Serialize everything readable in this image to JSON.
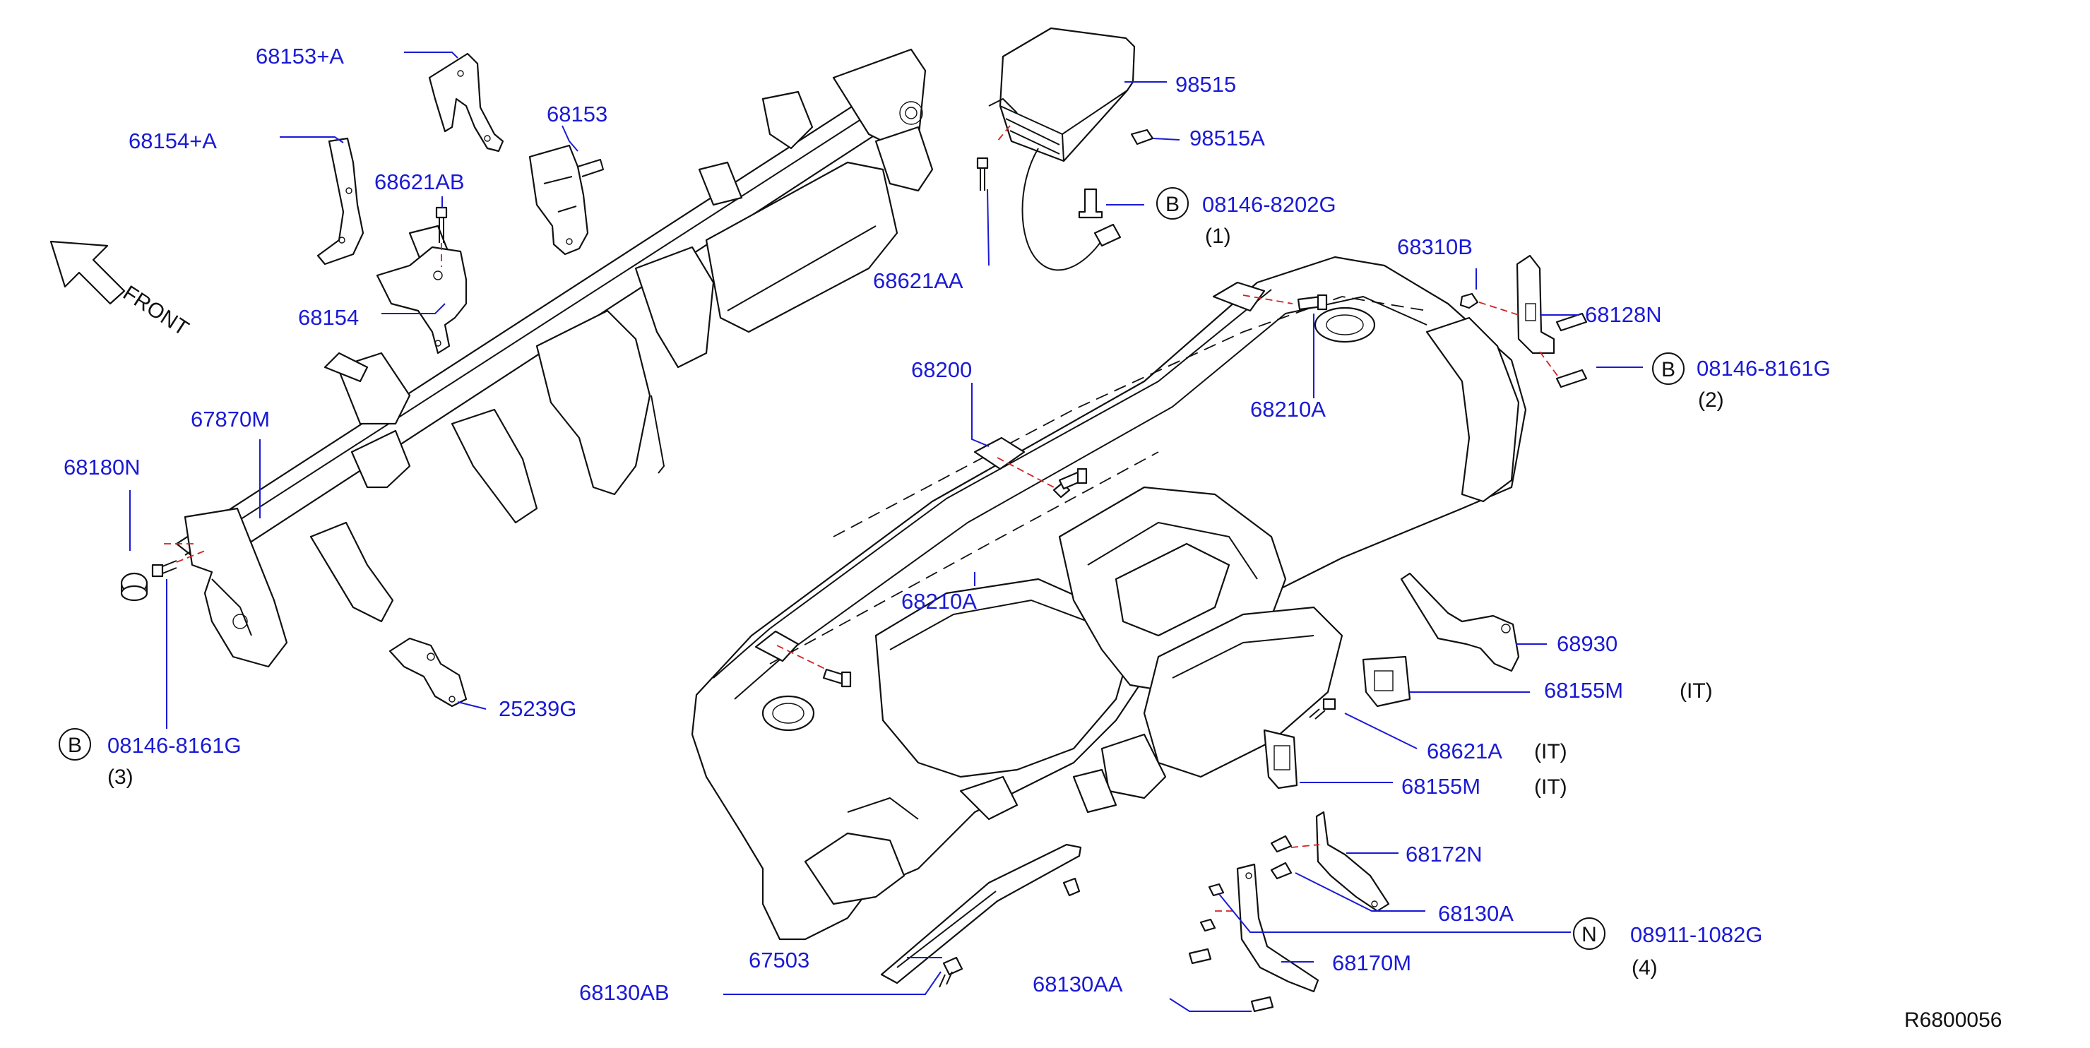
{
  "front_label": "FRONT",
  "reference_code": "R6800056",
  "part_labels": {
    "p68153A": "68153+A",
    "p68153": "68153",
    "p68154A": "68154+A",
    "p68621AB": "68621AB",
    "p68154": "68154",
    "p98515": "98515",
    "p98515A": "98515A",
    "p68621AA": "68621AA",
    "p08146_8202G": "08146-8202G",
    "p68310B": "68310B",
    "p68128N": "68128N",
    "p08146_8161G_2": "08146-8161G",
    "p68200": "68200",
    "p68210A_top": "68210A",
    "p67870M": "67870M",
    "p68180N": "68180N",
    "p68210A_mid": "68210A",
    "p08146_8161G_3": "08146-8161G",
    "p25239G": "25239G",
    "p68930": "68930",
    "p68155M_1": "68155M",
    "p68621A": "68621A",
    "p68155M_2": "68155M",
    "p68172N": "68172N",
    "p68130A": "68130A",
    "p08911_1082G": "08911-1082G",
    "p67503": "67503",
    "p68170M": "68170M",
    "p68130AB": "68130AB",
    "p68130AA": "68130AA"
  },
  "notes": {
    "qty1": "(1)",
    "qty2": "(2)",
    "qty3": "(3)",
    "qty4": "(4)",
    "it1": "(IT)",
    "it2": "(IT)",
    "it3": "(IT)"
  },
  "markers": {
    "b1": "B",
    "b2": "B",
    "b3": "B",
    "n1": "N"
  },
  "colors": {
    "part_number": "#1a1ad6",
    "line_art": "#111111",
    "hidden_line": "#d42020",
    "background": "#ffffff"
  }
}
